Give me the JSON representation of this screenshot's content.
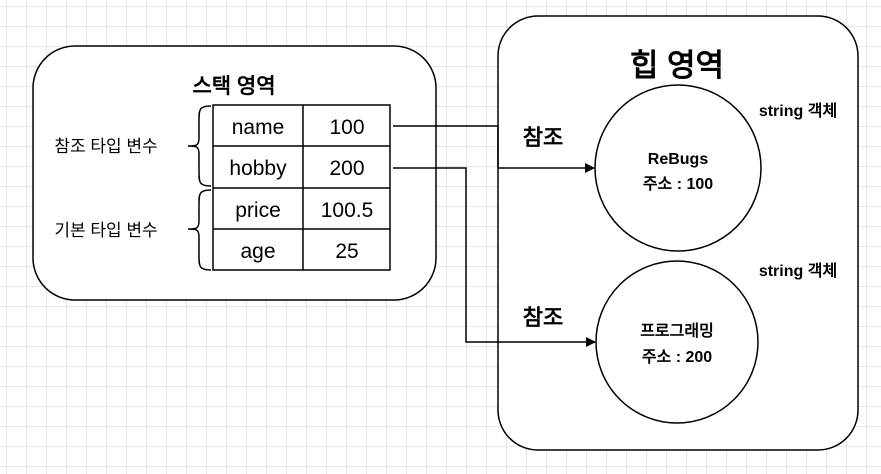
{
  "stack": {
    "title": "스택 영역",
    "rows": [
      {
        "name": "name",
        "value": "100"
      },
      {
        "name": "hobby",
        "value": "200"
      },
      {
        "name": "price",
        "value": "100.5"
      },
      {
        "name": "age",
        "value": "25"
      }
    ],
    "groups": {
      "reference": "참조 타입 변수",
      "primitive": "기본 타입 변수"
    }
  },
  "heap": {
    "title": "힙 영역",
    "objects": [
      {
        "type_label": "string 객체",
        "value": "ReBugs",
        "address": "주소 : 100"
      },
      {
        "type_label": "string 객체",
        "value": "프로그래밍",
        "address": "주소 : 200"
      }
    ]
  },
  "arrows": [
    {
      "label": "참조"
    },
    {
      "label": "참조"
    }
  ]
}
